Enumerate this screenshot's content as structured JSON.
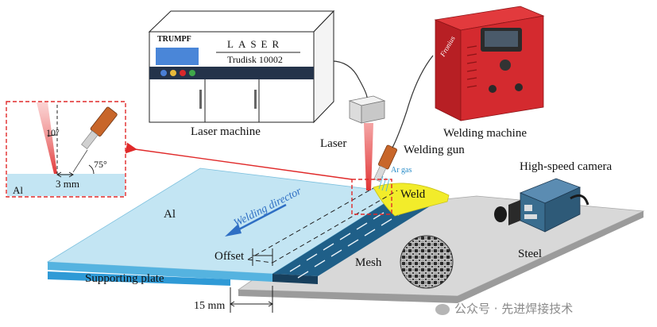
{
  "laser_machine": {
    "brand": "TRUMPF",
    "title": "LASER",
    "model": "Trudisk 10002",
    "caption": "Laser machine",
    "indicator_colors": [
      "#4a7fd6",
      "#e8b93a",
      "#d9282b",
      "#3fa84a"
    ]
  },
  "welding_machine": {
    "brand": "Fronius",
    "caption": "Welding machine",
    "body_color": "#d42a2f"
  },
  "labels": {
    "laser": "Laser",
    "welding_gun": "Welding gun",
    "ar_gas": "Ar gas",
    "weld": "Weld",
    "high_speed_camera": "High-speed camera",
    "al_plate": "Al",
    "steel": "Steel",
    "mesh": "Mesh",
    "offset": "Offset",
    "supporting_plate": "Supporting plate",
    "welding_director": "Welding director",
    "distance_15": "15 mm"
  },
  "inset": {
    "angle_laser": "10°",
    "angle_gun": "75°",
    "distance": "3 mm",
    "material": "Al"
  },
  "watermark": {
    "text": "公众号 · 先进焊接技术"
  },
  "colors": {
    "aluminum": "#bfe3f2",
    "aluminum_edge": "#4fb0de",
    "steel": "#d7d7d7",
    "steel_edge": "#9a9a9a",
    "mesh_strip": "#1f5f88",
    "weld": "#f2ec2a",
    "laser_beam": "#e23a3a",
    "camera": "#3a6d8f",
    "arrow": "#2f6fc4",
    "callout": "#e02a2a"
  }
}
